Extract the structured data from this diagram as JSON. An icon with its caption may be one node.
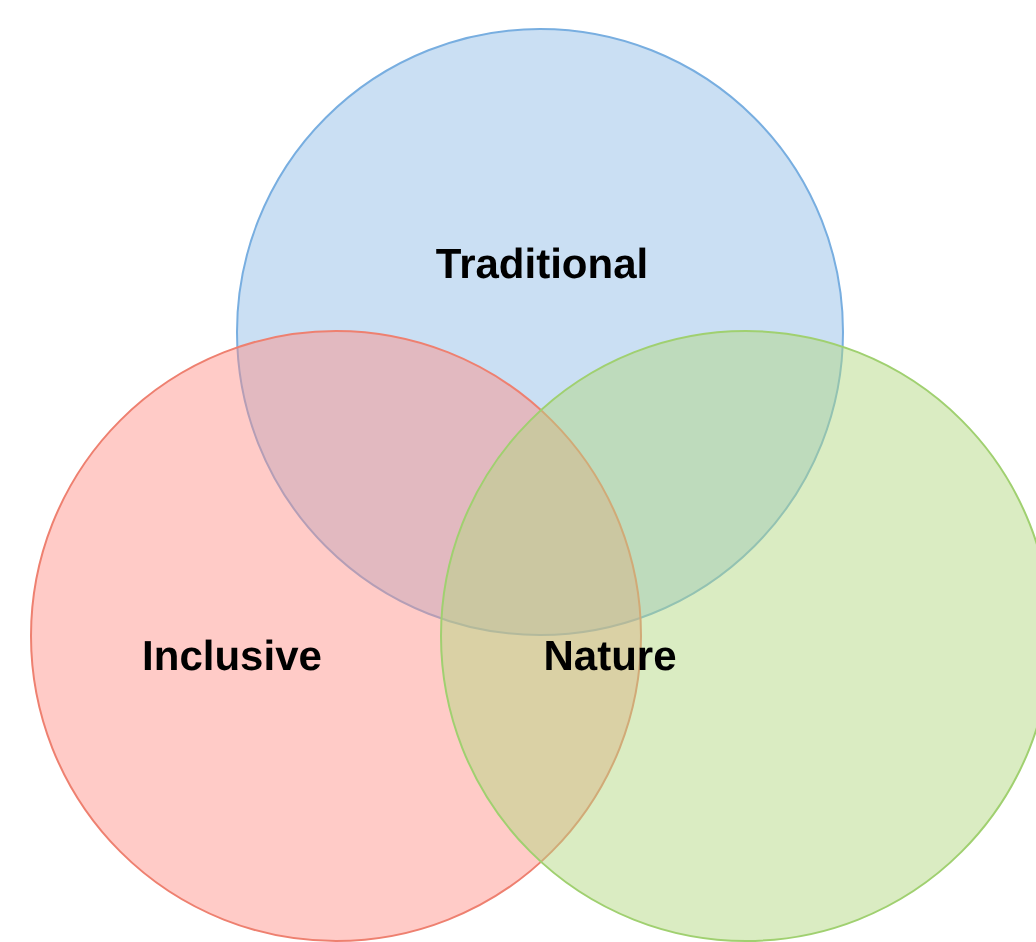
{
  "diagram": {
    "nodes": [
      {
        "text": [
          "Traditional"
        ]
      },
      {
        "text": [
          "Inclusive"
        ]
      },
      {
        "text": [
          "Nature"
        ]
      }
    ]
  }
}
